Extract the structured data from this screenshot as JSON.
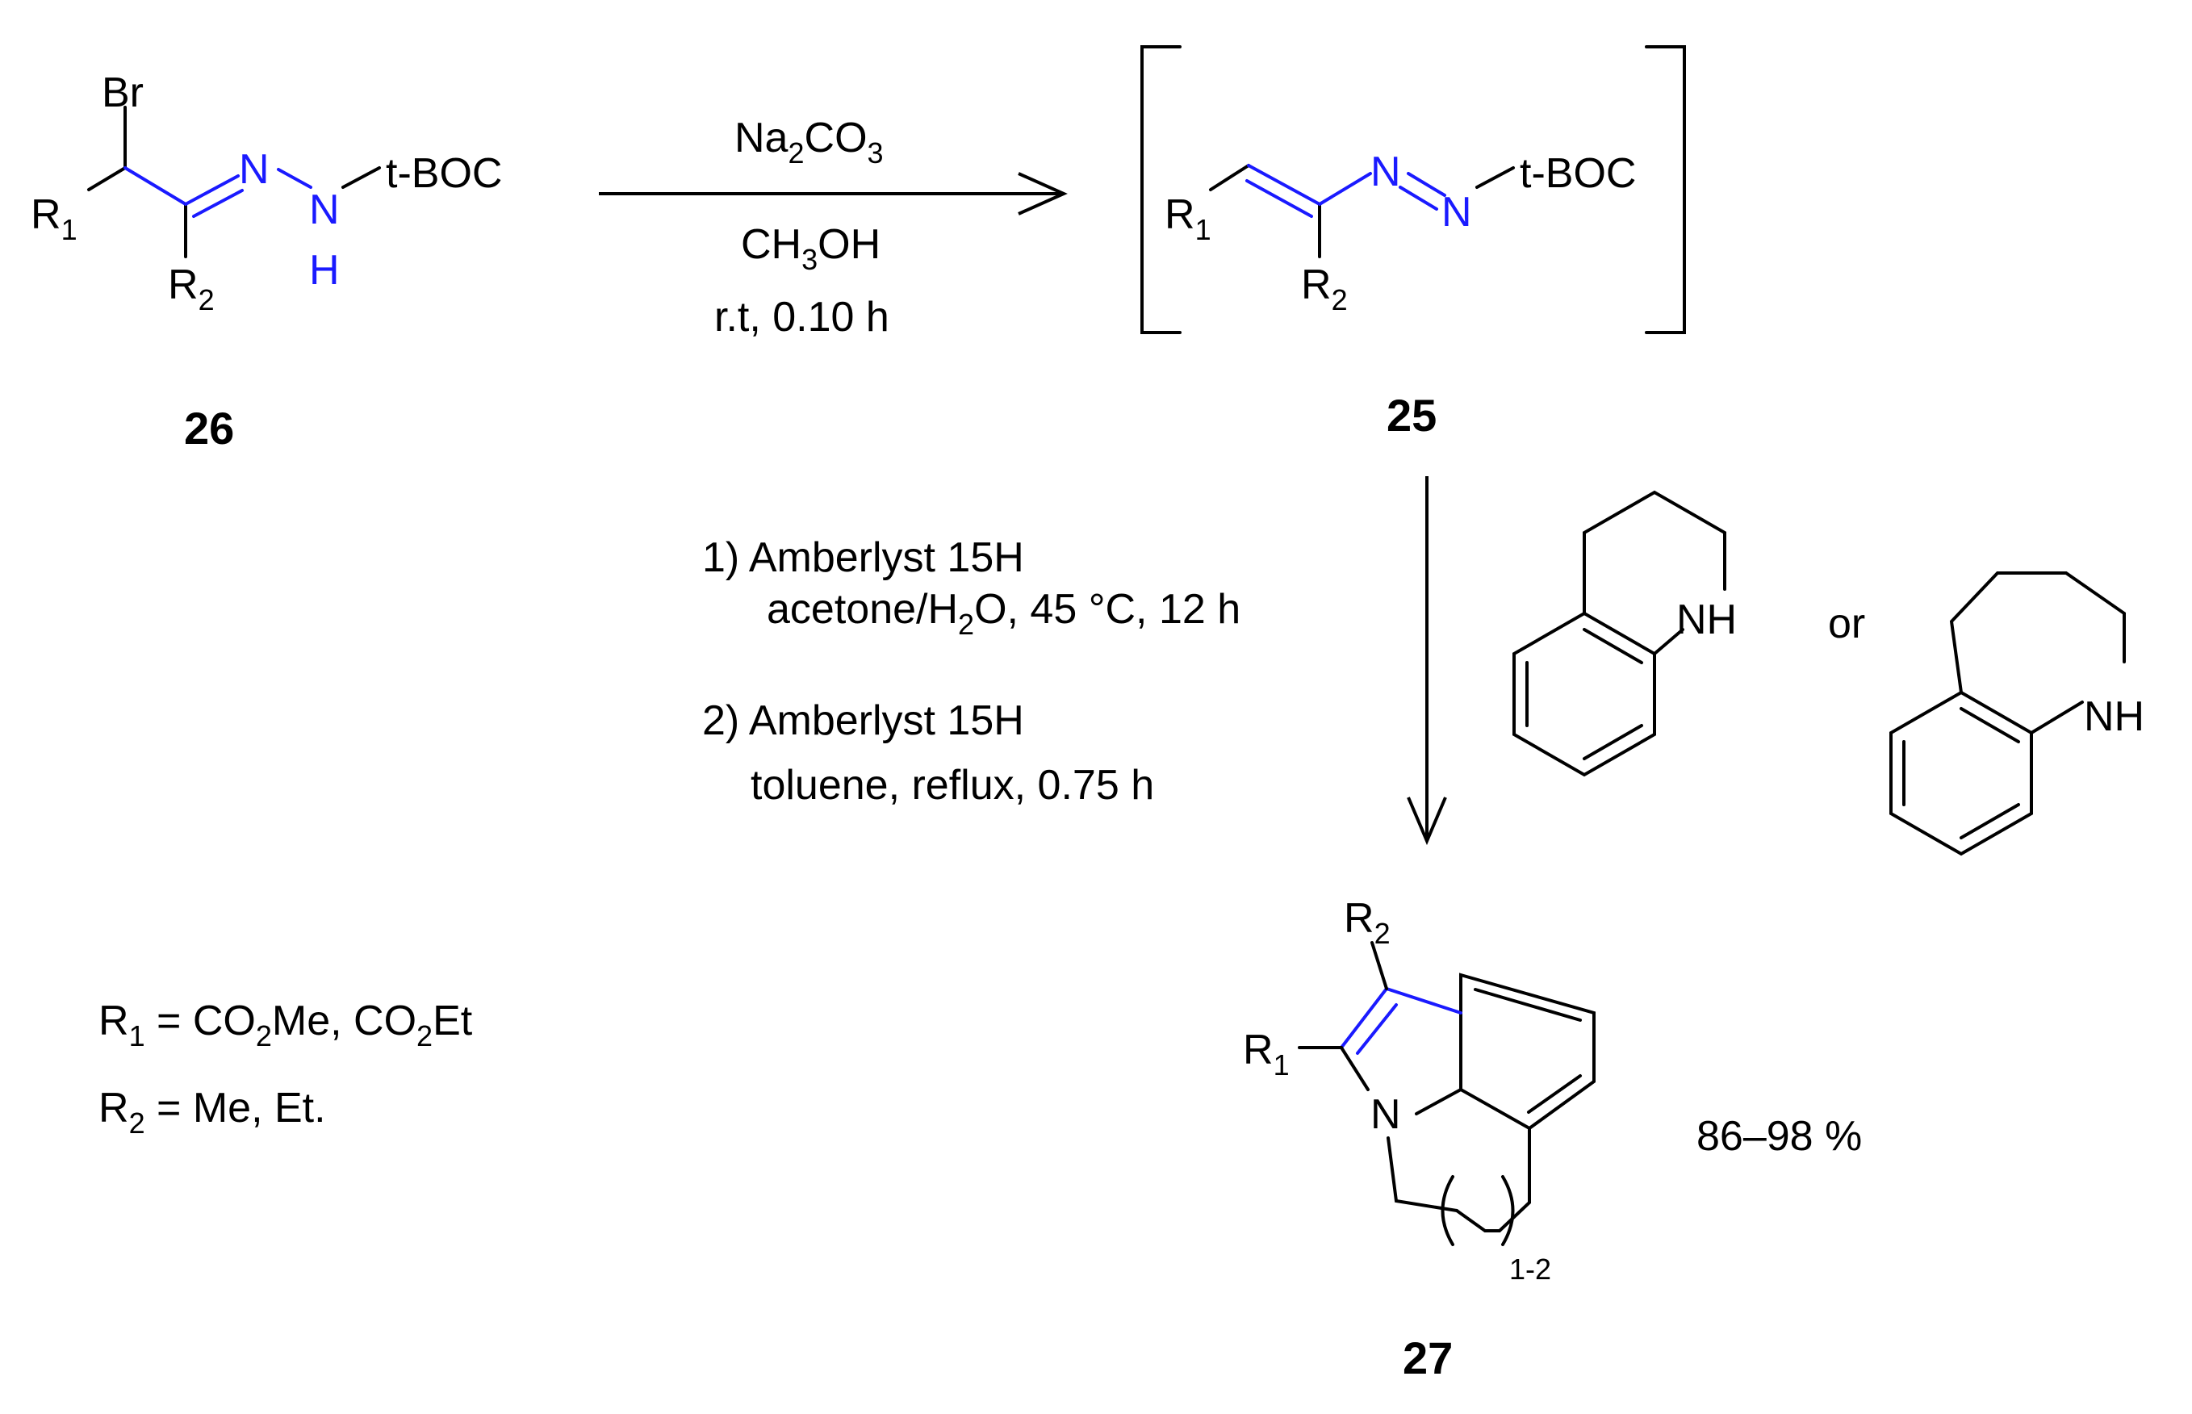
{
  "compound_26": {
    "label": "26",
    "atoms": {
      "br": "Br",
      "r1": "R",
      "r1_sub": "1",
      "r2": "R",
      "r2_sub": "2",
      "n1": "N",
      "n2": "N",
      "h": "H",
      "tboc": "t-BOC"
    }
  },
  "compound_25": {
    "label": "25",
    "atoms": {
      "r1": "R",
      "r1_sub": "1",
      "r2": "R",
      "r2_sub": "2",
      "n1": "N",
      "n2": "N",
      "tboc": "t-BOC"
    }
  },
  "compound_27": {
    "label": "27",
    "atoms": {
      "r1": "R",
      "r1_sub": "1",
      "r2": "R",
      "r2_sub": "2",
      "n": "N",
      "repeat": "1-2"
    }
  },
  "step1": {
    "reagent_main": "Na",
    "reagent_sub1": "2",
    "reagent_mid": "CO",
    "reagent_sub2": "3",
    "solvent_a": "CH",
    "solvent_sub": "3",
    "solvent_b": "OH",
    "conditions": "r.t, 0.10 h"
  },
  "step2": {
    "line1": "1) Amberlyst 15H",
    "line2_a": "acetone/H",
    "line2_sub": "2",
    "line2_b": "O, 45 °C, 12 h",
    "line3": "2) Amberlyst 15H",
    "line4": "toluene, reflux, 0.75 h"
  },
  "amines": {
    "nh1": "NH",
    "or": "or",
    "nh2": "NH"
  },
  "yield": "86–98 %",
  "definitions": {
    "r1_a": "R",
    "r1_sub": "1",
    "r1_b": " = CO",
    "r1_sub2": "2",
    "r1_c": "Me,  CO",
    "r1_sub3": "2",
    "r1_d": "Et",
    "r2_a": "R",
    "r2_sub": "2",
    "r2_b": " = Me, Et."
  }
}
